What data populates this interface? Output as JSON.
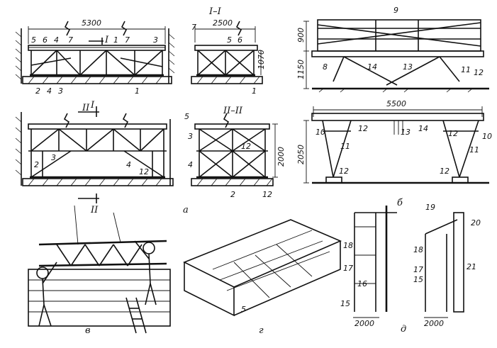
{
  "panel_a": {
    "letter": "а",
    "dim_width": "5300",
    "section_I": "I–I",
    "section_II": "II–II",
    "dim_I": "2500",
    "dim_height_I": "1070",
    "dim_height_II": "2000",
    "mark_I": "I",
    "mark_II": "II",
    "labels_top": [
      "5",
      "6",
      "4",
      "7",
      "1",
      "7",
      "3",
      "2",
      "4",
      "3",
      "1"
    ],
    "labels_sec1": [
      "7",
      "5",
      "6",
      "1"
    ],
    "labels_bottom": [
      "2",
      "3",
      "4",
      "12"
    ],
    "labels_sec2": [
      "5",
      "3",
      "4",
      "12",
      "2",
      "12"
    ]
  },
  "panel_b": {
    "letter": "б",
    "dim_900": "900",
    "dim_1150": "1150",
    "dim_5500": "5500",
    "dim_2050": "2050",
    "labels_top": [
      "9",
      "8",
      "14",
      "13",
      "11",
      "12"
    ],
    "labels_bottom": [
      "10",
      "12",
      "13",
      "14",
      "12",
      "10",
      "11",
      "11",
      "12",
      "12"
    ]
  },
  "panel_v": {
    "letter": "в"
  },
  "panel_g": {
    "letter": "г",
    "label_5": "5"
  },
  "panel_d": {
    "letter": "д",
    "dim_left": "2000",
    "dim_right": "2000",
    "labels_left": [
      "18",
      "17",
      "16",
      "15"
    ],
    "labels_right": [
      "19",
      "20",
      "18",
      "17",
      "15",
      "21"
    ]
  }
}
